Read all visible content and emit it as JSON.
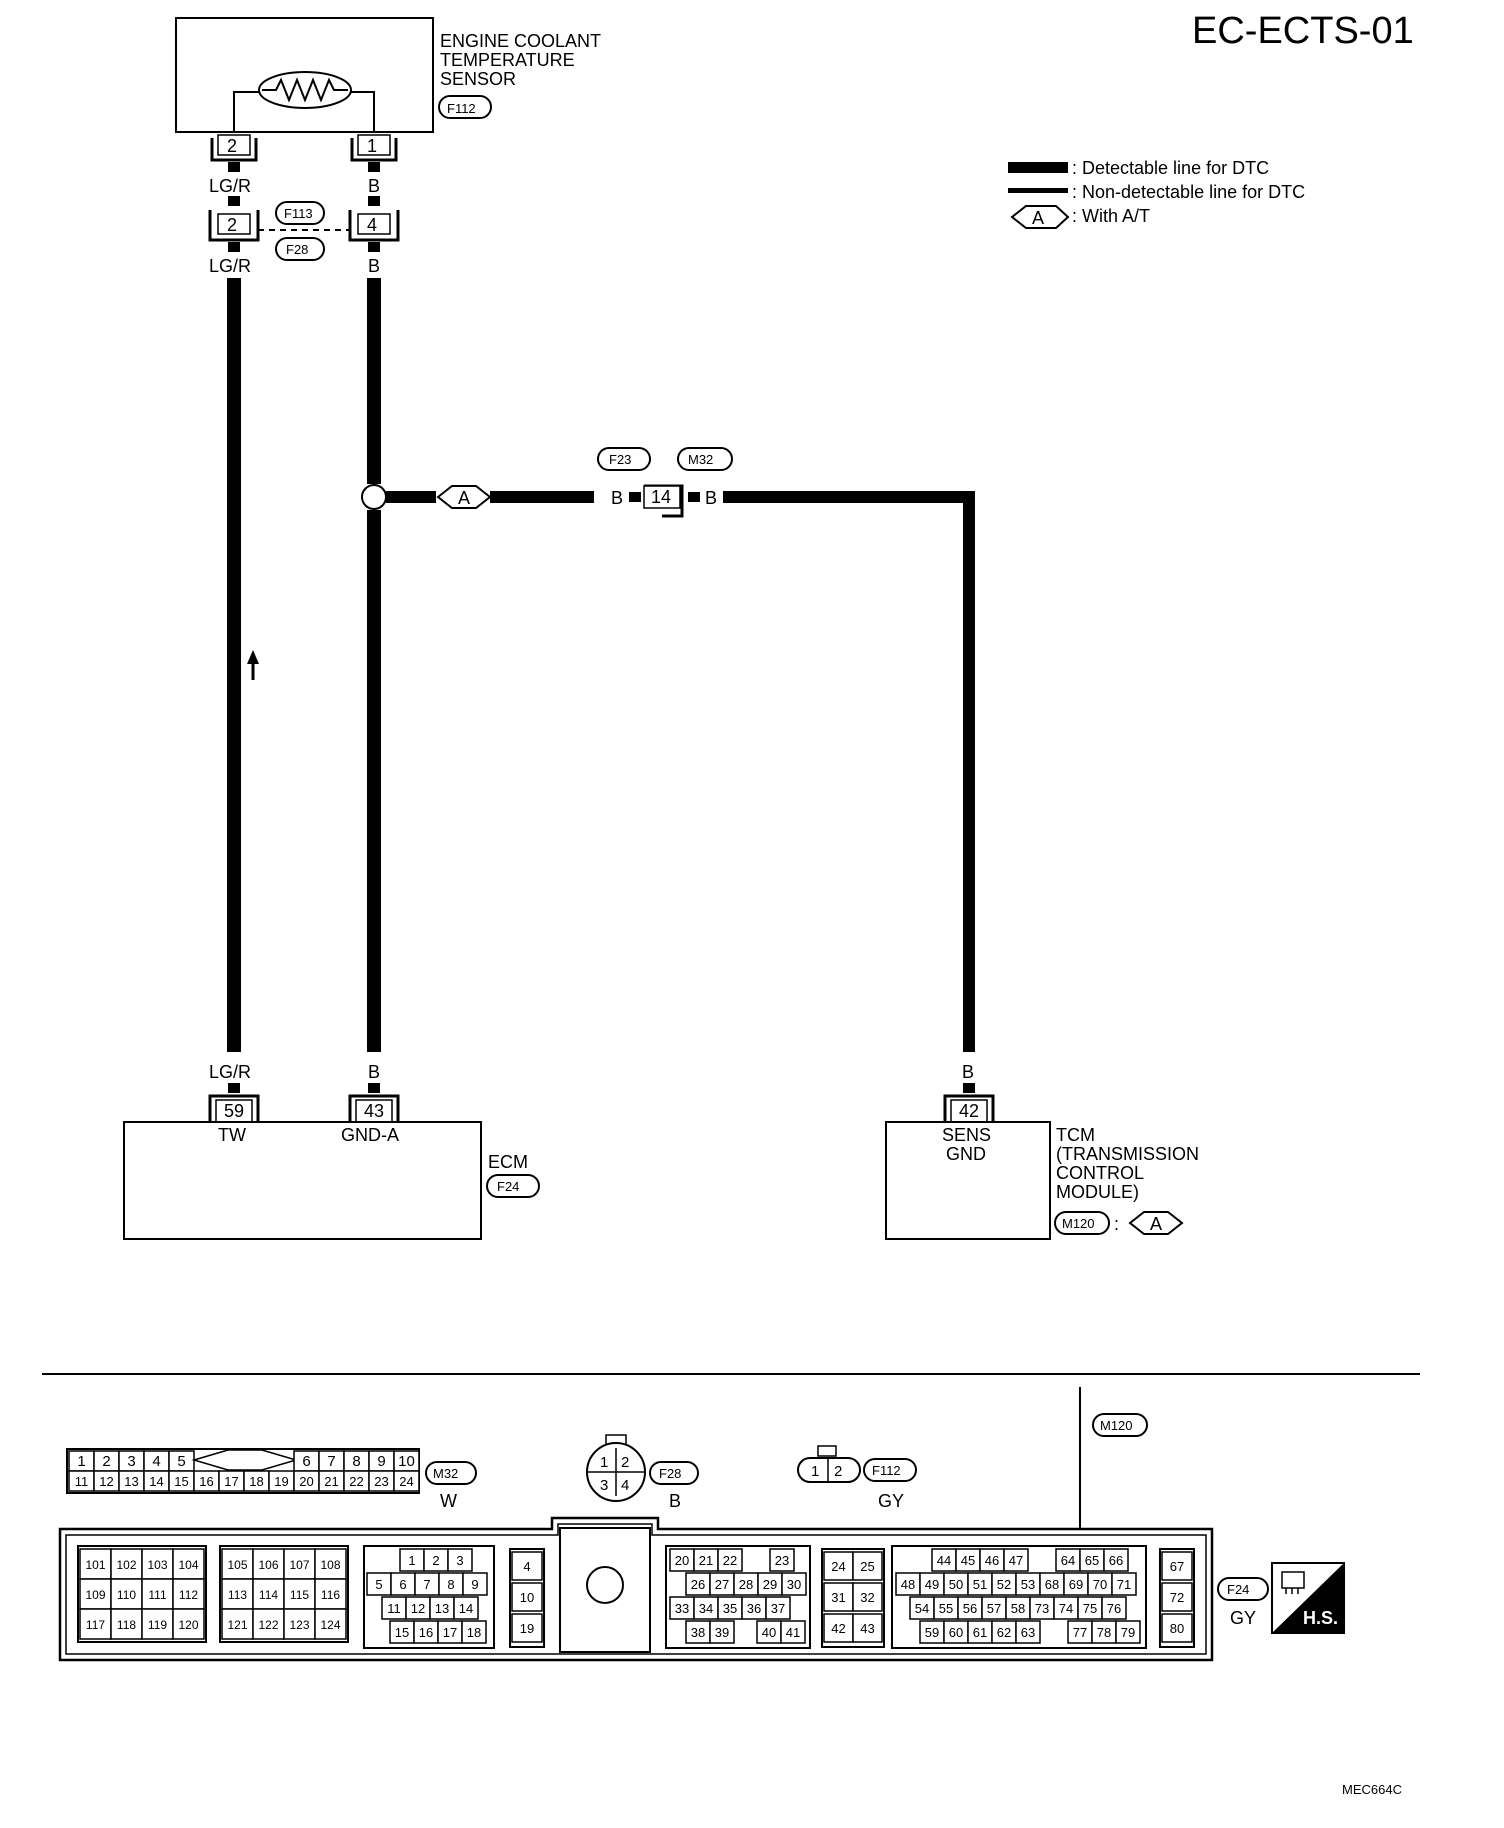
{
  "title": "EC-ECTS-01",
  "figure_id": "MEC664C",
  "legend": {
    "detectable": ": Detectable line for DTC",
    "non_detectable": ": Non-detectable line for DTC",
    "option_tag": "A",
    "option_text": ": With A/T"
  },
  "sensor": {
    "name_lines": [
      "ENGINE COOLANT",
      "TEMPERATURE",
      "SENSOR"
    ],
    "connector": "F112",
    "pins": [
      "2",
      "1"
    ]
  },
  "wires": {
    "lgr": "LG/R",
    "b": "B"
  },
  "joint": {
    "connectors": [
      "F113",
      "F28"
    ],
    "pins": [
      "2",
      "4"
    ]
  },
  "branch": {
    "option_tag": "A",
    "connectors": [
      "F23",
      "M32"
    ],
    "pin": "14"
  },
  "ecm": {
    "name": "ECM",
    "connector": "F24",
    "pins": [
      {
        "num": "59",
        "label": "TW"
      },
      {
        "num": "43",
        "label": "GND-A"
      }
    ]
  },
  "tcm": {
    "name_lines": [
      "TCM",
      "(TRANSMISSION",
      "CONTROL",
      "MODULE)"
    ],
    "connector": "M120",
    "separator": ":",
    "option_tag": "A",
    "pin": {
      "num": "42",
      "label_lines": [
        "SENS",
        "GND"
      ]
    }
  },
  "connector_views": {
    "m32": {
      "id": "M32",
      "color": "W",
      "top_left": [
        "1",
        "2",
        "3",
        "4",
        "5"
      ],
      "top_right": [
        "6",
        "7",
        "8",
        "9",
        "10"
      ],
      "bottom": [
        "11",
        "12",
        "13",
        "14",
        "15",
        "16",
        "17",
        "18",
        "19",
        "20",
        "21",
        "22",
        "23",
        "24"
      ]
    },
    "f28": {
      "id": "F28",
      "color": "B",
      "pins": [
        "1",
        "2",
        "3",
        "4"
      ]
    },
    "f112": {
      "id": "F112",
      "color": "GY",
      "pins": [
        "1",
        "2"
      ]
    },
    "m120": {
      "id": "M120"
    },
    "f24": {
      "id": "F24",
      "color": "GY",
      "hs_label": "H.S.",
      "blocks": [
        [
          "101",
          "102",
          "103",
          "104",
          "109",
          "110",
          "111",
          "112",
          "117",
          "118",
          "119",
          "120"
        ],
        [
          "105",
          "106",
          "107",
          "108",
          "113",
          "114",
          "115",
          "116",
          "121",
          "122",
          "123",
          "124"
        ],
        [
          "1",
          "2",
          "3",
          "5",
          "6",
          "7",
          "8",
          "9",
          "11",
          "12",
          "13",
          "14",
          "15",
          "16",
          "17",
          "18"
        ],
        [
          "4",
          "10",
          "19"
        ],
        [
          "20",
          "21",
          "22",
          "23",
          "26",
          "27",
          "28",
          "29",
          "30",
          "33",
          "34",
          "35",
          "36",
          "37",
          "38",
          "39",
          "40",
          "41"
        ],
        [
          "24",
          "25",
          "31",
          "32",
          "42",
          "43"
        ],
        [
          "44",
          "45",
          "46",
          "47",
          "64",
          "65",
          "66",
          "48",
          "49",
          "50",
          "51",
          "52",
          "53",
          "68",
          "69",
          "70",
          "71",
          "54",
          "55",
          "56",
          "57",
          "58",
          "73",
          "74",
          "75",
          "76",
          "59",
          "60",
          "61",
          "62",
          "63",
          "77",
          "78",
          "79"
        ],
        [
          "67",
          "72",
          "80"
        ]
      ]
    }
  }
}
